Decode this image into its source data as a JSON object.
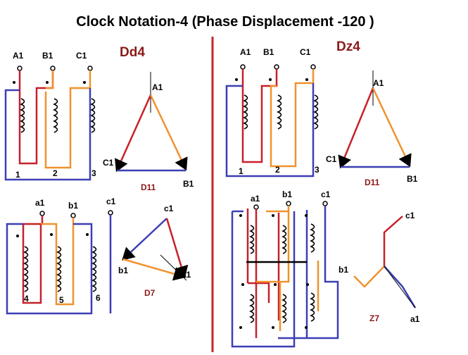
{
  "title": "Clock Notation-4 (Phase Displacement -120 )",
  "colors": {
    "red": "#c8202a",
    "orange": "#f0922e",
    "blue": "#3c3fb4",
    "black": "#000000",
    "label_red": "#8b1a1a",
    "divider": "#c0282c"
  },
  "left": {
    "group_label": "Dd4",
    "primary": {
      "terminals": [
        "A1",
        "B1",
        "C1"
      ],
      "numbers": [
        "1",
        "2",
        "3"
      ],
      "vector_label": "D11",
      "triangle": {
        "top": "A1",
        "left": "C1",
        "right": "B1"
      }
    },
    "secondary": {
      "terminals": [
        "a1",
        "b1",
        "c1"
      ],
      "numbers": [
        "4",
        "5",
        "6"
      ],
      "vector_label": "D7",
      "triangle": {
        "top": "c1",
        "left": "b1",
        "right": "a1"
      }
    }
  },
  "right": {
    "group_label": "Dz4",
    "primary": {
      "terminals": [
        "A1",
        "B1",
        "C1"
      ],
      "numbers": [
        "1",
        "2",
        "3"
      ],
      "vector_label": "D11",
      "triangle": {
        "top": "A1",
        "left": "C1",
        "right": "B1"
      }
    },
    "secondary": {
      "terminals": [
        "a1",
        "b1",
        "c1"
      ],
      "vector_label": "Z7",
      "star": {
        "c": "c1",
        "b": "b1",
        "a": "a1"
      }
    }
  }
}
